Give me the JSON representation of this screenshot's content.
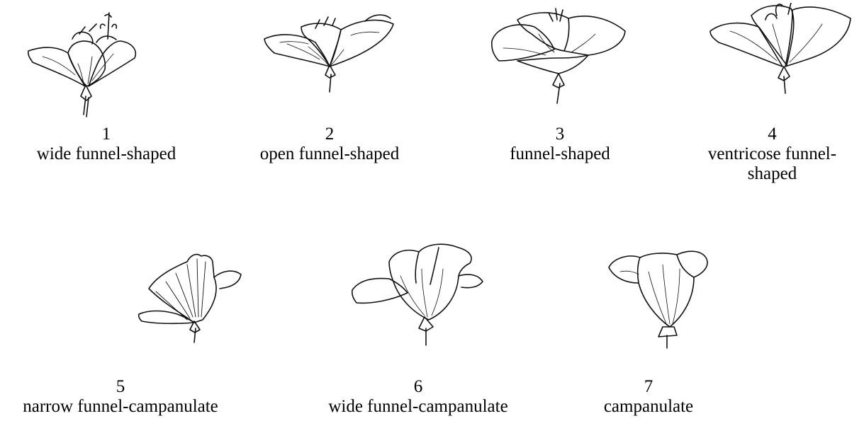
{
  "figures": [
    {
      "number": "1",
      "name": "wide funnel-shaped",
      "icon": "wide-funnel-flower-icon"
    },
    {
      "number": "2",
      "name": "open funnel-shaped",
      "icon": "open-funnel-flower-icon"
    },
    {
      "number": "3",
      "name": "funnel-shaped",
      "icon": "funnel-flower-icon"
    },
    {
      "number": "4",
      "name_line1": "ventricose funnel-",
      "name_line2": "shaped",
      "icon": "ventricose-funnel-flower-icon"
    },
    {
      "number": "5",
      "name": "narrow funnel-campanulate",
      "icon": "narrow-funnel-campanulate-flower-icon"
    },
    {
      "number": "6",
      "name": "wide funnel-campanulate",
      "icon": "wide-funnel-campanulate-flower-icon"
    },
    {
      "number": "7",
      "name": "campanulate",
      "icon": "campanulate-flower-icon"
    }
  ]
}
